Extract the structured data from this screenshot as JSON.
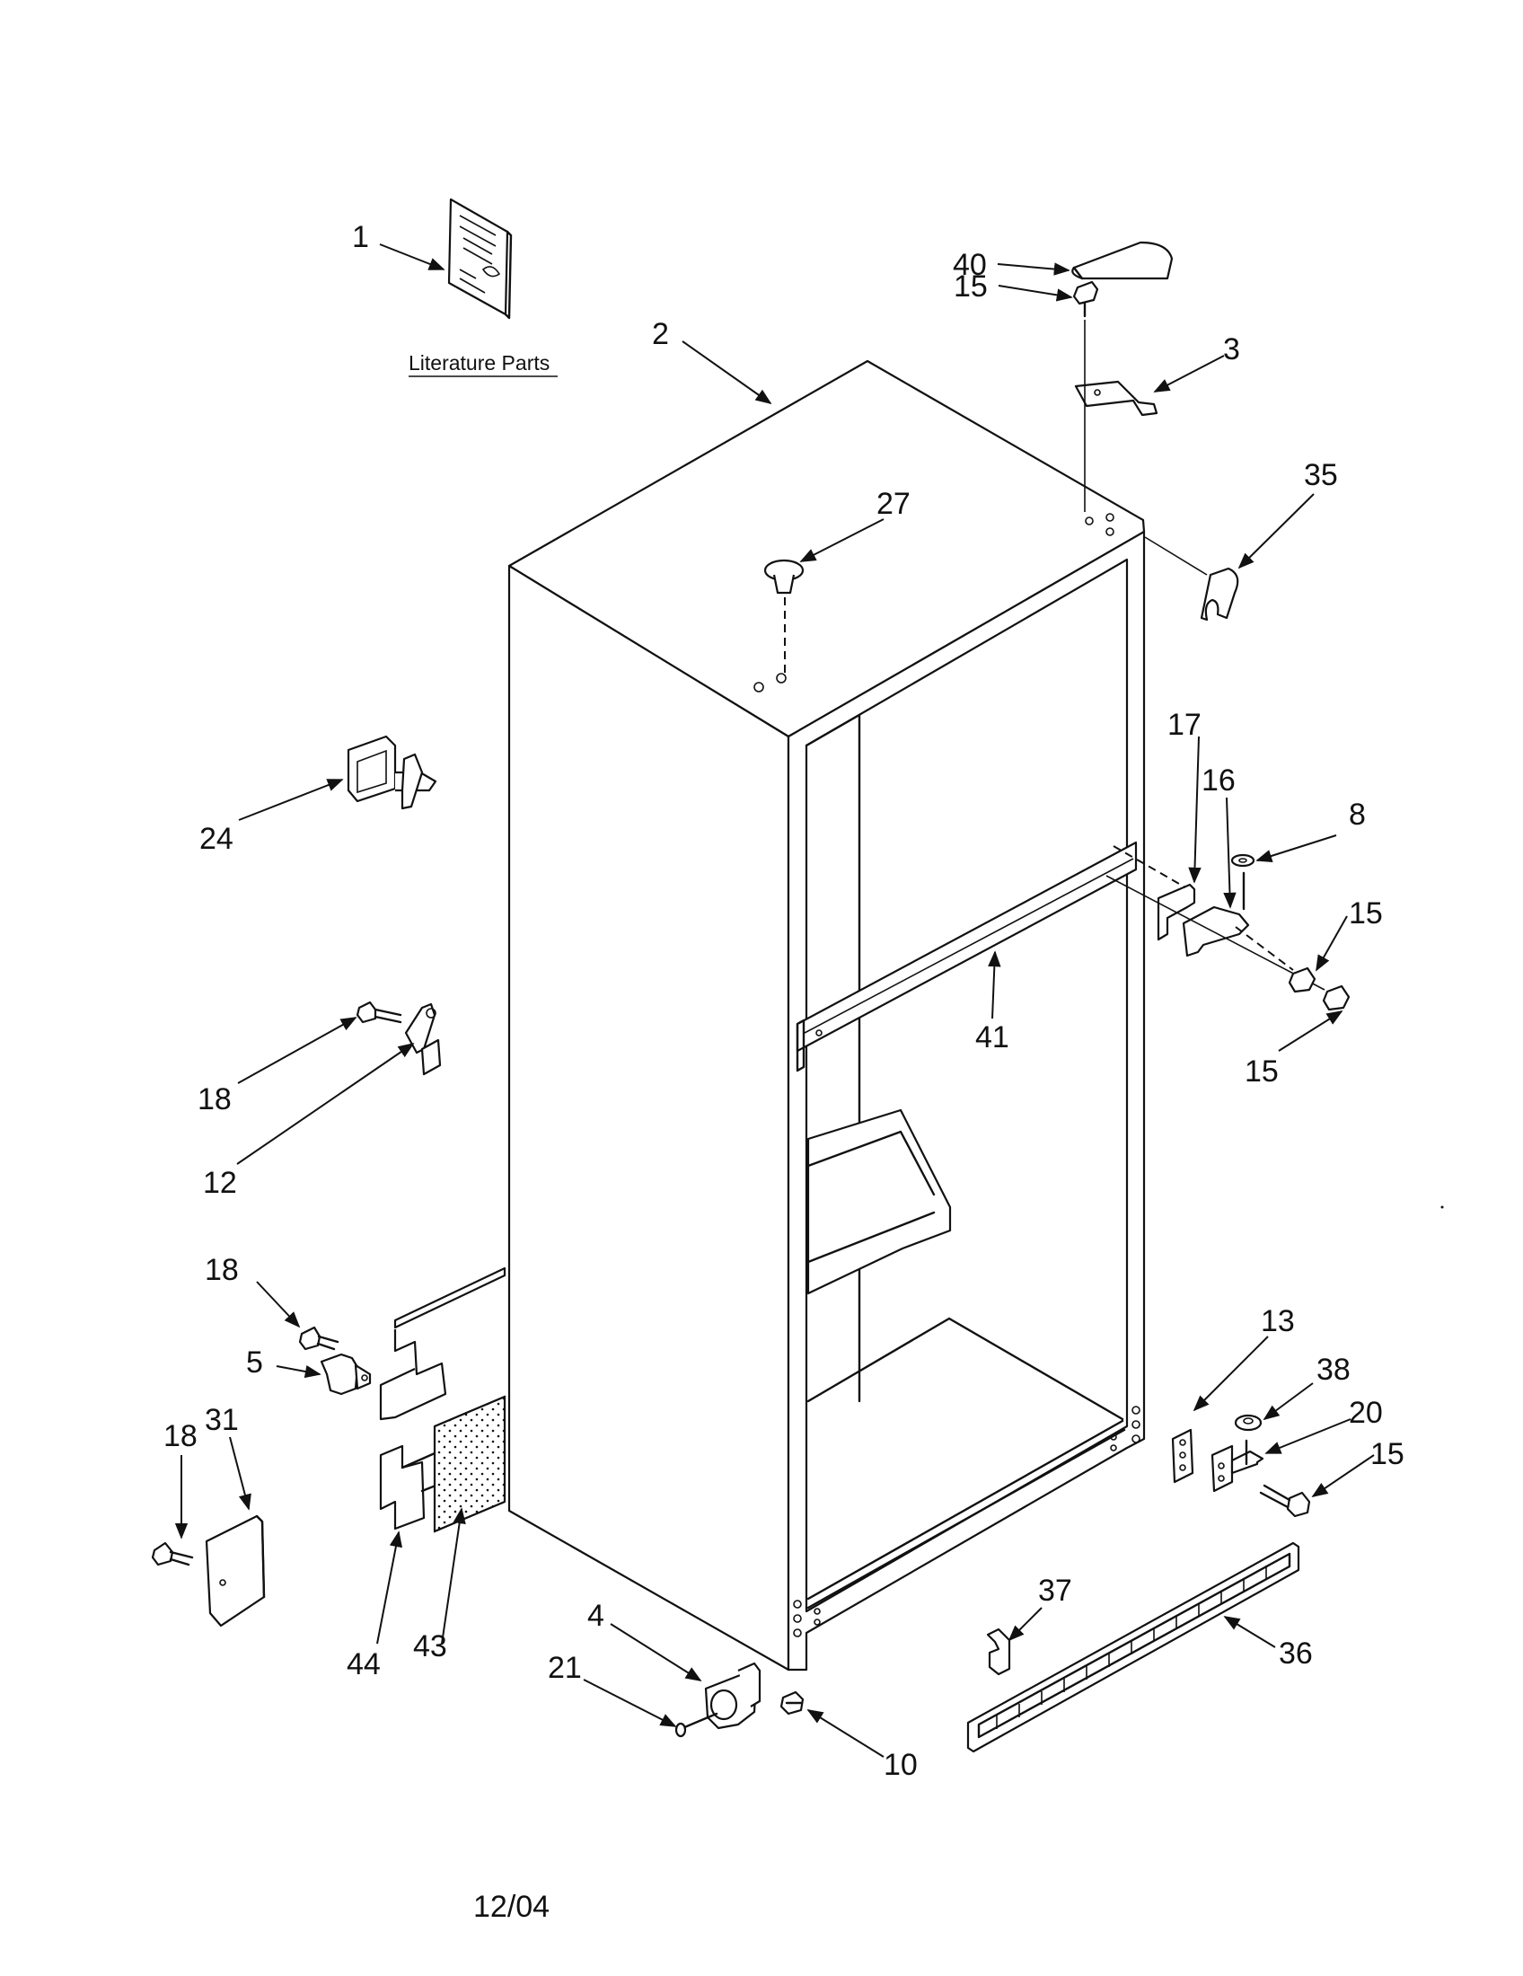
{
  "diagram": {
    "section_label": "Literature Parts",
    "date_code": "12/04",
    "callouts": {
      "c1": "1",
      "c2": "2",
      "c3": "3",
      "c4": "4",
      "c5": "5",
      "c8": "8",
      "c10": "10",
      "c12": "12",
      "c13": "13",
      "c15a": "15",
      "c15b": "15",
      "c15c": "15",
      "c15d": "15",
      "c16": "16",
      "c17": "17",
      "c18a": "18",
      "c18b": "18",
      "c18c": "18",
      "c20": "20",
      "c21": "21",
      "c24": "24",
      "c27": "27",
      "c31": "31",
      "c35": "35",
      "c36": "36",
      "c37": "37",
      "c38": "38",
      "c40": "40",
      "c41": "41",
      "c43": "43",
      "c44": "44"
    }
  }
}
